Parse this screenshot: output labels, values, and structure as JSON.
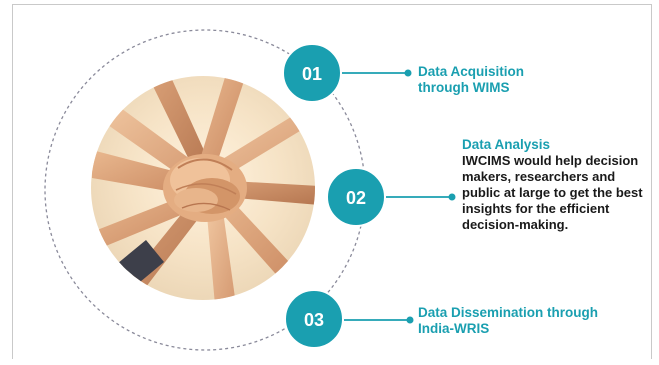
{
  "colors": {
    "teal": "#1a9fb0",
    "text_dark": "#1a1a1a",
    "dashed_ring": "#8a8a9a"
  },
  "steps": [
    {
      "number": "01",
      "title": "Data Acquisition through WIMS",
      "description": ""
    },
    {
      "number": "02",
      "title": "Data Analysis",
      "description": "IWCIMS would help decision makers, researchers and public at large to get the best insights for the efficient decision-making."
    },
    {
      "number": "03",
      "title": "Data Dissemination through India-WRIS",
      "description": ""
    }
  ],
  "image": {
    "subject": "stacked-hands-photo"
  }
}
